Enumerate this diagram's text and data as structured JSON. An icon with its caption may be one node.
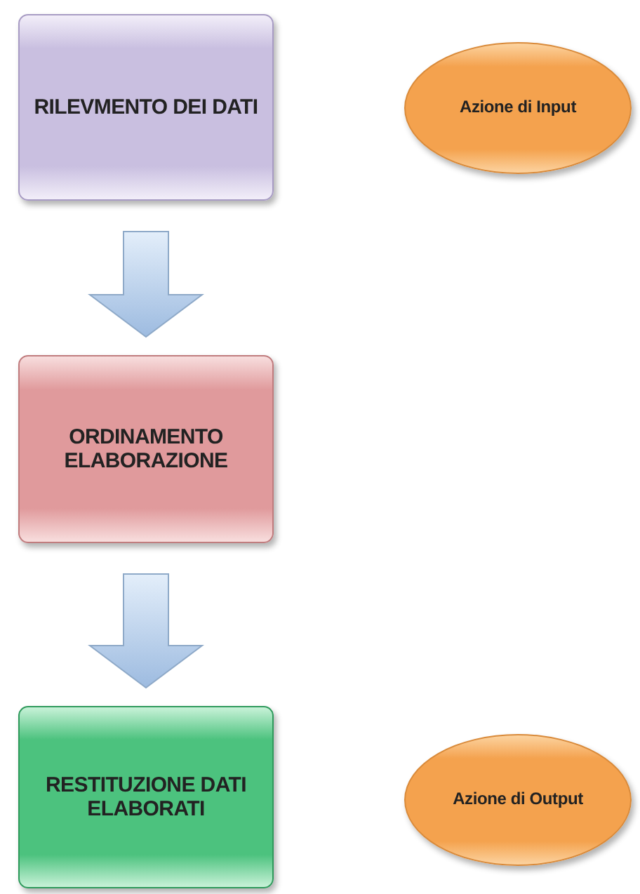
{
  "diagram": {
    "nodes": [
      {
        "text": [
          "RILEVMENTO DEI DATI"
        ]
      },
      {
        "text": [
          "Azione di Input"
        ]
      },
      {
        "text": [
          "ORDINAMENTO ELABORAZIONE"
        ]
      },
      {
        "text": [
          "RESTITUZIONE DATI ELABORATI"
        ]
      },
      {
        "text": [
          "Azione di Output"
        ]
      }
    ],
    "edges": [
      {
        "from": 0,
        "to": 2,
        "arrow": "to"
      },
      {
        "from": 2,
        "to": 3,
        "arrow": "to"
      }
    ]
  }
}
